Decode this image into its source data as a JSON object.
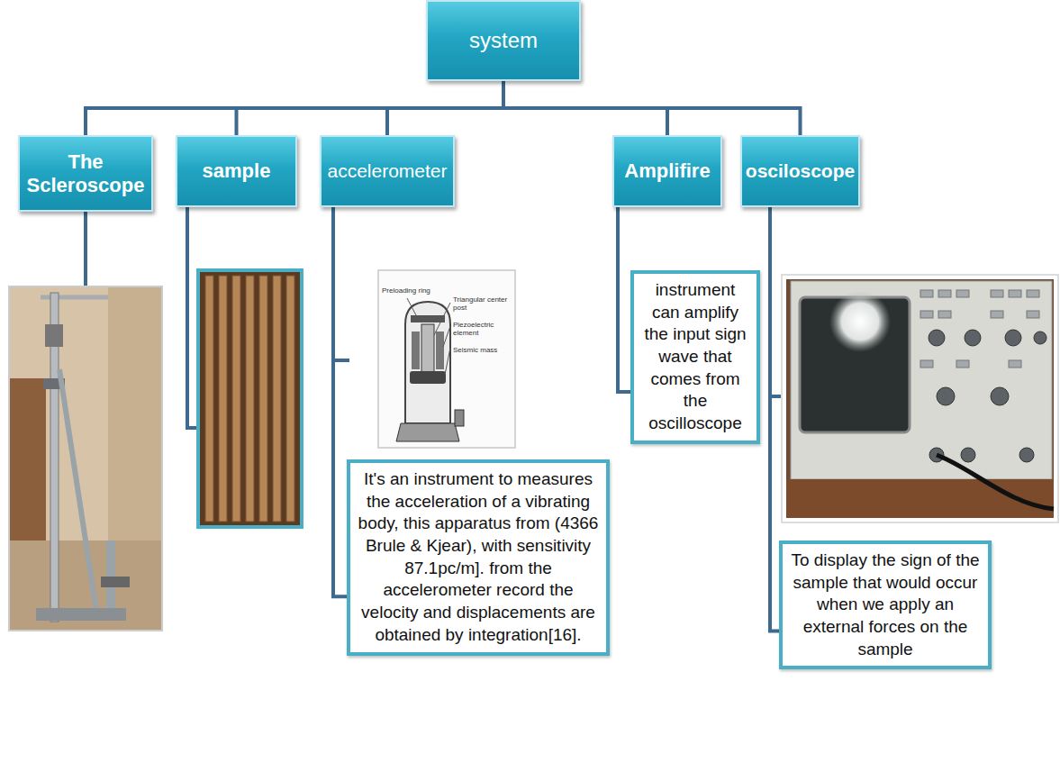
{
  "diagram": {
    "nodes": [
      {
        "text": [
          "system"
        ]
      },
      {
        "text": [
          "The Scleroscope"
        ]
      },
      {
        "text": [
          "sample"
        ]
      },
      {
        "text": [
          "accelerometer"
        ]
      },
      {
        "text": [
          "It's an instrument to measures the acceleration of a vibrating body, this apparatus from (4366 Brule & Kjear), with sensitivity 87.1pc/m]. from the accelerometer record the velocity and displacements are obtained by integration[16]."
        ]
      },
      {
        "text": [
          "Amplifire"
        ]
      },
      {
        "text": [
          "instrument can amplify the input sign wave that comes from the oscilloscope"
        ]
      },
      {
        "text": [
          "osciloscope"
        ]
      },
      {
        "text": [
          "To display the sign of the sample that would occur when we apply an external forces on the sample"
        ]
      }
    ],
    "edges": [
      {
        "from": 0,
        "to": 1,
        "arrow": "none"
      },
      {
        "from": 0,
        "to": 2,
        "arrow": "none"
      },
      {
        "from": 0,
        "to": 3,
        "arrow": "none"
      },
      {
        "from": 0,
        "to": 5,
        "arrow": "none"
      },
      {
        "from": 0,
        "to": 7,
        "arrow": "none"
      },
      {
        "from": 3,
        "to": 4,
        "arrow": "none"
      },
      {
        "from": 5,
        "to": 6,
        "arrow": "none"
      },
      {
        "from": 7,
        "to": 8,
        "arrow": "none"
      }
    ],
    "labels": [
      "Preloading ring",
      "Triangular center post",
      "Piezoelectric element",
      "Seismic mass"
    ]
  }
}
